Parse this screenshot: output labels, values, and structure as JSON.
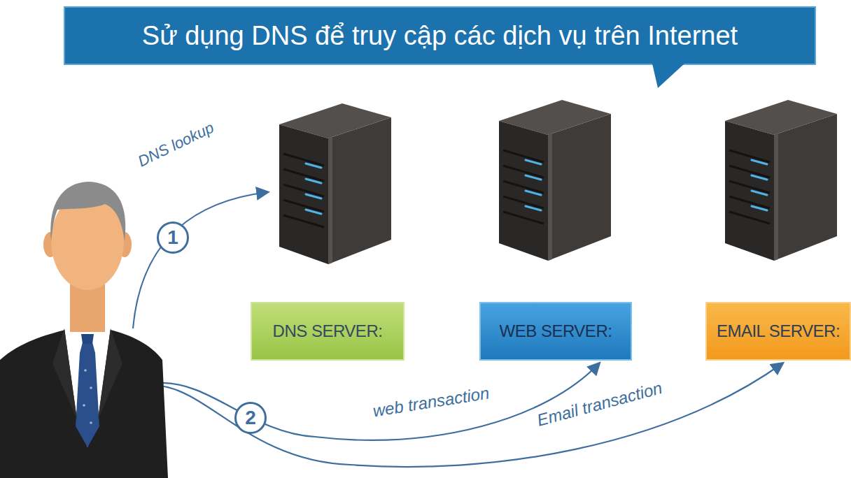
{
  "diagram": {
    "title": "Sử dụng DNS để truy cập các dịch vụ trên Internet",
    "nodes": [
      {
        "text": [
          "DNS SERVER:"
        ]
      },
      {
        "text": [
          "WEB SERVER:"
        ]
      },
      {
        "text": [
          "EMAIL SERVER:"
        ]
      }
    ],
    "labels": [
      "DNS lookup",
      "1",
      "2",
      "web transaction",
      "Email transaction"
    ]
  }
}
